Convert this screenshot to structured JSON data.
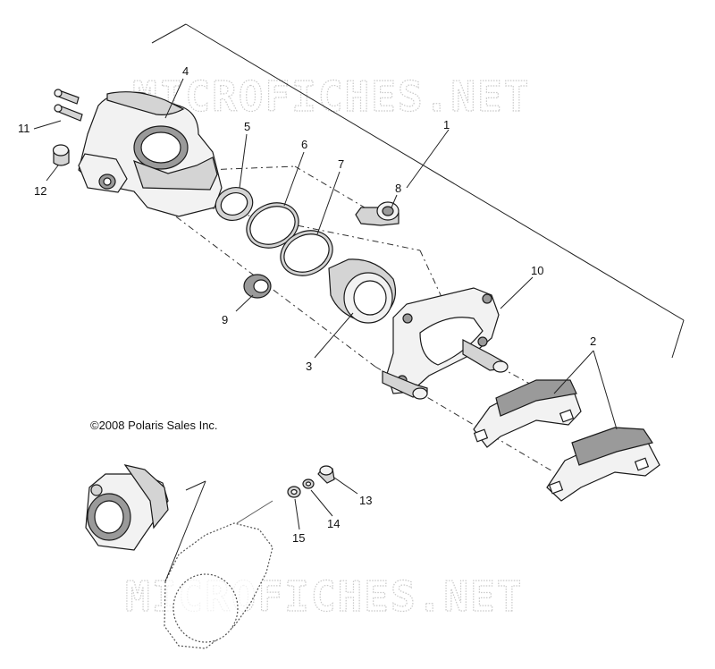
{
  "diagram": {
    "watermarks": [
      "MICROFICHES.NET",
      "MICROFICHES.NET"
    ],
    "copyright": "©2008 Polaris Sales Inc.",
    "callouts": [
      "1",
      "2",
      "3",
      "4",
      "5",
      "6",
      "7",
      "8",
      "9",
      "10",
      "11",
      "12",
      "13",
      "14",
      "15"
    ]
  }
}
